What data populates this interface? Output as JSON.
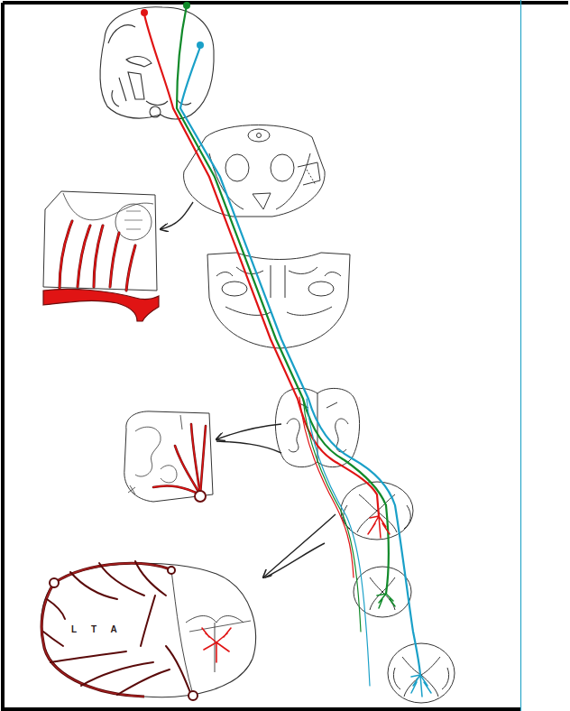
{
  "diagram": {
    "labels": [
      "L",
      "T",
      "A"
    ]
  }
}
